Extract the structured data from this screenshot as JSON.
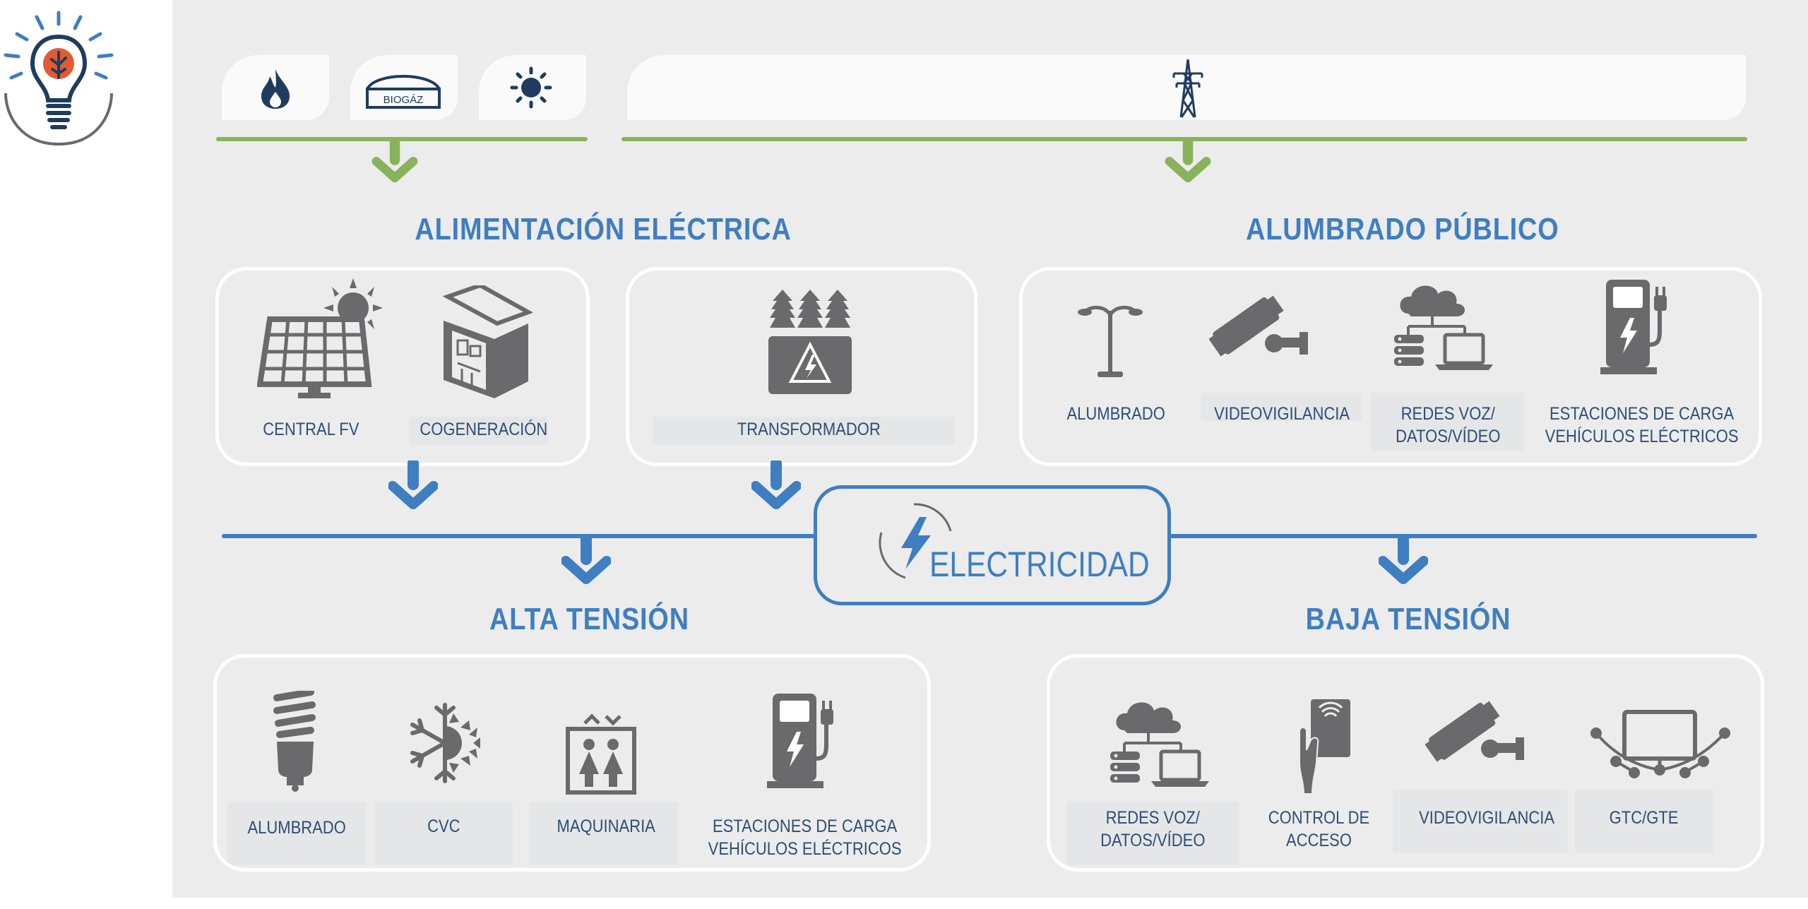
{
  "colors": {
    "blue": "#3f7ec0",
    "green": "#88b35a",
    "icon_gray": "#6a6a6c",
    "label_navy": "#2e4e78",
    "panel": "#ebeceb"
  },
  "sources": {
    "biogas_badge": "BIOGÁZ"
  },
  "sections": {
    "power": {
      "title": "ALIMENTACIÓN ELÉCTRICA",
      "items": [
        {
          "label": "CENTRAL FV",
          "icon": "solar-panel-icon"
        },
        {
          "label": "COGENERACIÓN",
          "icon": "cogeneration-cabinet-icon"
        },
        {
          "label": "TRANSFORMADOR",
          "icon": "transformer-icon"
        }
      ]
    },
    "public_lighting": {
      "title": "ALUMBRADO PÚBLICO",
      "items": [
        {
          "label": "ALUMBRADO",
          "icon": "street-lamp-icon"
        },
        {
          "label": "VIDEOVIGILANCIA",
          "icon": "cctv-camera-icon"
        },
        {
          "label": "REDES VOZ/\nDATOS/VÍDEO",
          "icon": "cloud-network-icon"
        },
        {
          "label": "ESTACIONES DE CARGA\nVEHÍCULOS ELÉCTRICOS",
          "icon": "ev-charger-icon"
        }
      ]
    },
    "center": {
      "label": "ELECTRICIDAD",
      "icon": "lightning-bolt-icon"
    },
    "high_voltage": {
      "title": "ALTA TENSIÓN",
      "items": [
        {
          "label": "ALUMBRADO",
          "icon": "cfl-bulb-icon"
        },
        {
          "label": "CVC",
          "icon": "hvac-snow-sun-icon"
        },
        {
          "label": "MAQUINARIA",
          "icon": "elevator-icon"
        },
        {
          "label": "ESTACIONES DE CARGA\nVEHÍCULOS ELÉCTRICOS",
          "icon": "ev-charger-icon"
        }
      ]
    },
    "low_voltage": {
      "title": "BAJA TENSIÓN",
      "items": [
        {
          "label": "REDES VOZ/\nDATOS/VÍDEO",
          "icon": "cloud-network-icon"
        },
        {
          "label": "CONTROL DE\nACCESO",
          "icon": "access-card-icon"
        },
        {
          "label": "VIDEOVIGILANCIA",
          "icon": "cctv-camera-icon"
        },
        {
          "label": "GTC/GTE",
          "icon": "bms-monitor-icon"
        }
      ]
    }
  }
}
